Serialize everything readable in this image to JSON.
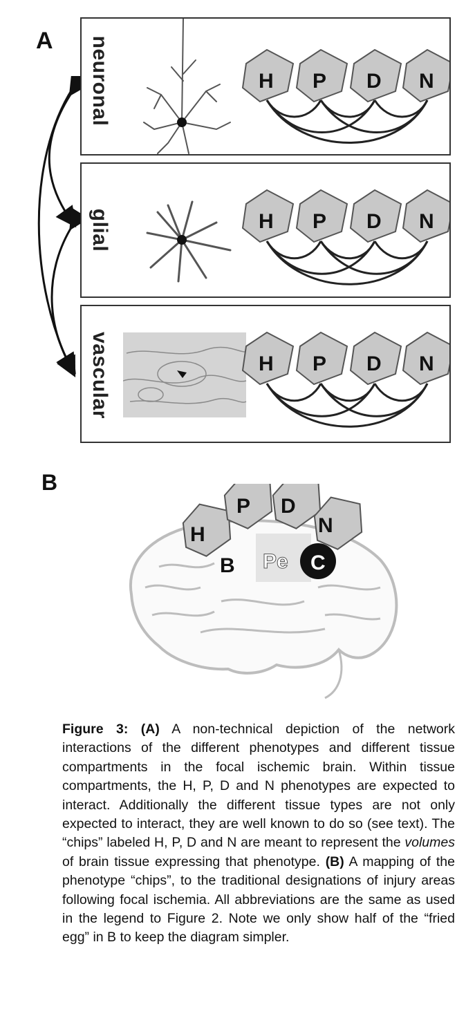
{
  "panel_a": {
    "label": "A",
    "compartments": [
      {
        "label": "neuronal",
        "chips": [
          "H",
          "P",
          "D",
          "N"
        ]
      },
      {
        "label": "glial",
        "chips": [
          "H",
          "P",
          "D",
          "N"
        ]
      },
      {
        "label": "vascular",
        "chips": [
          "H",
          "P",
          "D",
          "N"
        ]
      }
    ]
  },
  "panel_b": {
    "label": "B",
    "chips": [
      "H",
      "P",
      "D",
      "N"
    ],
    "regions": [
      "B",
      "Pe",
      "C"
    ]
  },
  "caption": {
    "lead": "Figure 3:",
    "part_a": "(A)",
    "text_1": " A non-technical depiction of the network interactions of the different phenotypes and different tissue compartments in the focal ischemic brain.  Within tissue compartments, the H, P, D and N phenotypes are expected to interact.  Additionally the different tissue types are not only expected to interact, they are well known to do so (see text).  The “chips” labeled H, P, D and N are meant to represent the ",
    "emph": "volumes",
    "text_2": " of brain tissue expressing that phenotype. ",
    "part_b": "(B)",
    "text_3": " A mapping of the phenotype “chips”, to the traditional designations of injury areas following focal ischemia.  All abbreviations are the same as used in the legend to Figure 2. Note we only show half of the “fried egg” in B to keep the diagram simpler."
  }
}
